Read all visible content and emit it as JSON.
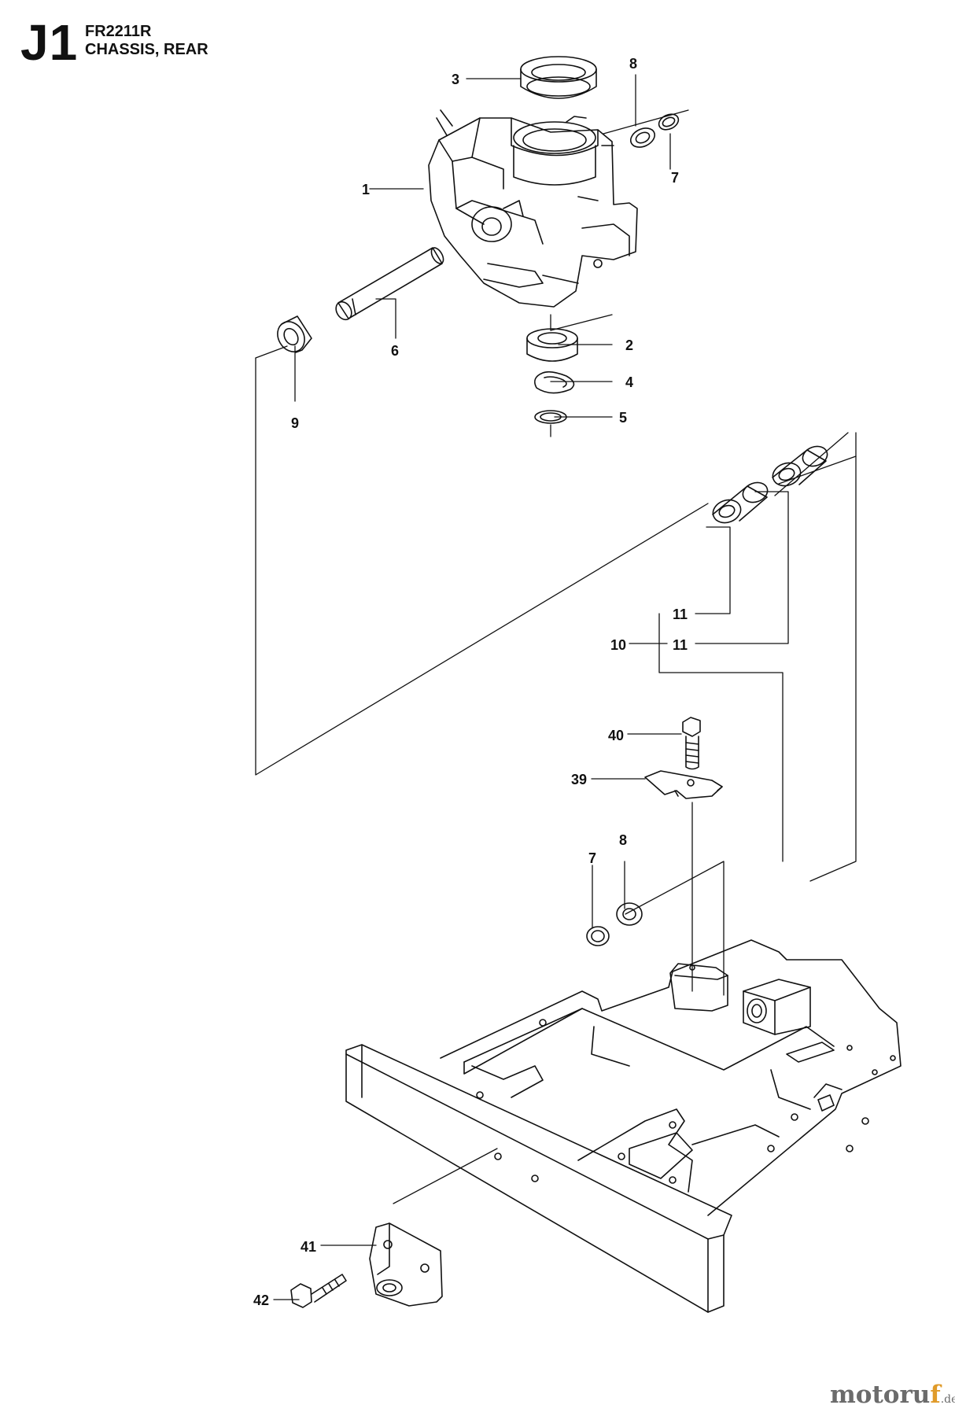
{
  "header": {
    "section_code": "J1",
    "model": "FR2211R",
    "title": "CHASSIS, REAR"
  },
  "callouts": {
    "c1": "1",
    "c2": "2",
    "c3": "3",
    "c4": "4",
    "c5": "5",
    "c6": "6",
    "c7a": "7",
    "c7b": "7",
    "c8a": "8",
    "c8b": "8",
    "c9": "9",
    "c10": "10",
    "c11a": "11",
    "c11b": "11",
    "c39": "39",
    "c40": "40",
    "c41": "41",
    "c42": "42"
  },
  "watermark": {
    "brand_start": "motoru",
    "brand_accent": "f",
    "brand_suffix": ".de"
  },
  "colors": {
    "ink": "#111111",
    "watermark_gray": "#6b6b6b",
    "watermark_accent": "#e09b2a"
  }
}
